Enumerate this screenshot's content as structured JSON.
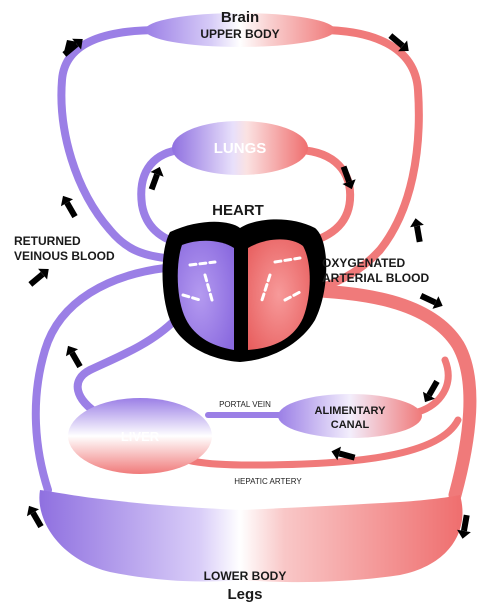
{
  "labels": {
    "brain": "Brain",
    "upper_body": "UPPER BODY",
    "lungs": "LUNGS",
    "heart": "HEART",
    "returned_line1": "RETURNED",
    "returned_line2": "VEINOUS BLOOD",
    "oxygenated_line1": "OXYGENATED",
    "oxygenated_line2": "ARTERIAL BLOOD",
    "portal_vein": "PORTAL VEIN",
    "alimentary_line1": "ALIMENTARY",
    "alimentary_line2": "CANAL",
    "liver": "LIVER",
    "hepatic_artery": "HEPATIC ARTERY",
    "lower_body": "LOWER BODY",
    "legs": "Legs"
  },
  "colors": {
    "venous": "#9b7fe6",
    "venous_light": "#c9b8f5",
    "arterial": "#f07a7a",
    "arterial_light": "#f8b7b7",
    "heart_outline": "#000000",
    "arrow": "#000000",
    "valve_marks": "#ffffff"
  }
}
